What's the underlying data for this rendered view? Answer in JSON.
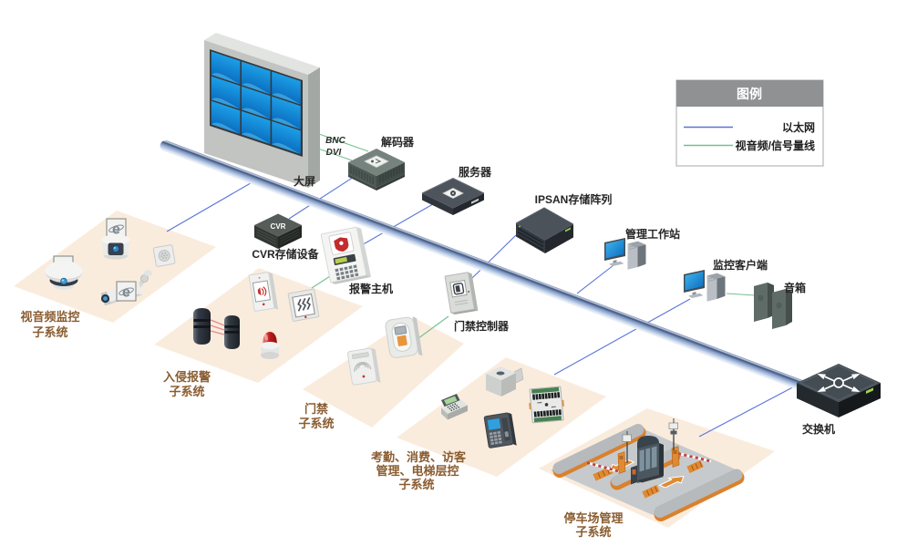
{
  "legend": {
    "title": "图例",
    "items": [
      {
        "id": "ethernet",
        "label": "以太网",
        "color": "#5b74d8"
      },
      {
        "id": "av-signal",
        "label": "视音频/信号量线",
        "color": "#74c091"
      }
    ]
  },
  "links": {
    "bnc": "BNC",
    "dvi": "DVI"
  },
  "nodes": {
    "video_wall": "大屏",
    "decoder": "解码器",
    "server": "服务器",
    "ipsan": "IPSAN存储阵列",
    "cvr": "CVR存储设备",
    "cvr_badge": "CVR",
    "alarm_host": "报警主机",
    "access_controller": "门禁控制器",
    "workstation": "管理工作站",
    "client": "监控客户端",
    "speaker": "音箱",
    "switch": "交换机"
  },
  "subsystems": {
    "video": {
      "line1": "视音频监控",
      "line2": "子系统"
    },
    "intrusion": {
      "line1": "入侵报警",
      "line2": "子系统"
    },
    "access": {
      "line1": "门禁",
      "line2": "子系统"
    },
    "attendance": {
      "line1": "考勤、消费、访客",
      "line2": "管理、电梯层控",
      "line3": "子系统"
    },
    "parking": {
      "line1": "停车场管理",
      "line2": "子系统"
    }
  },
  "icons": {
    "camera_badge_letter": "e"
  },
  "colors": {
    "background": "#ffffff",
    "ethernet_line": "#5b74d8",
    "signal_line": "#74c091",
    "platform": "#faecdd",
    "device_label": "#262626",
    "subsystem_label": "#8a5c30",
    "legend_header": "#8f9193",
    "screen_blue": "#1390dc",
    "alert_red": "#c42b2b",
    "accent_orange": "#e08a33"
  }
}
